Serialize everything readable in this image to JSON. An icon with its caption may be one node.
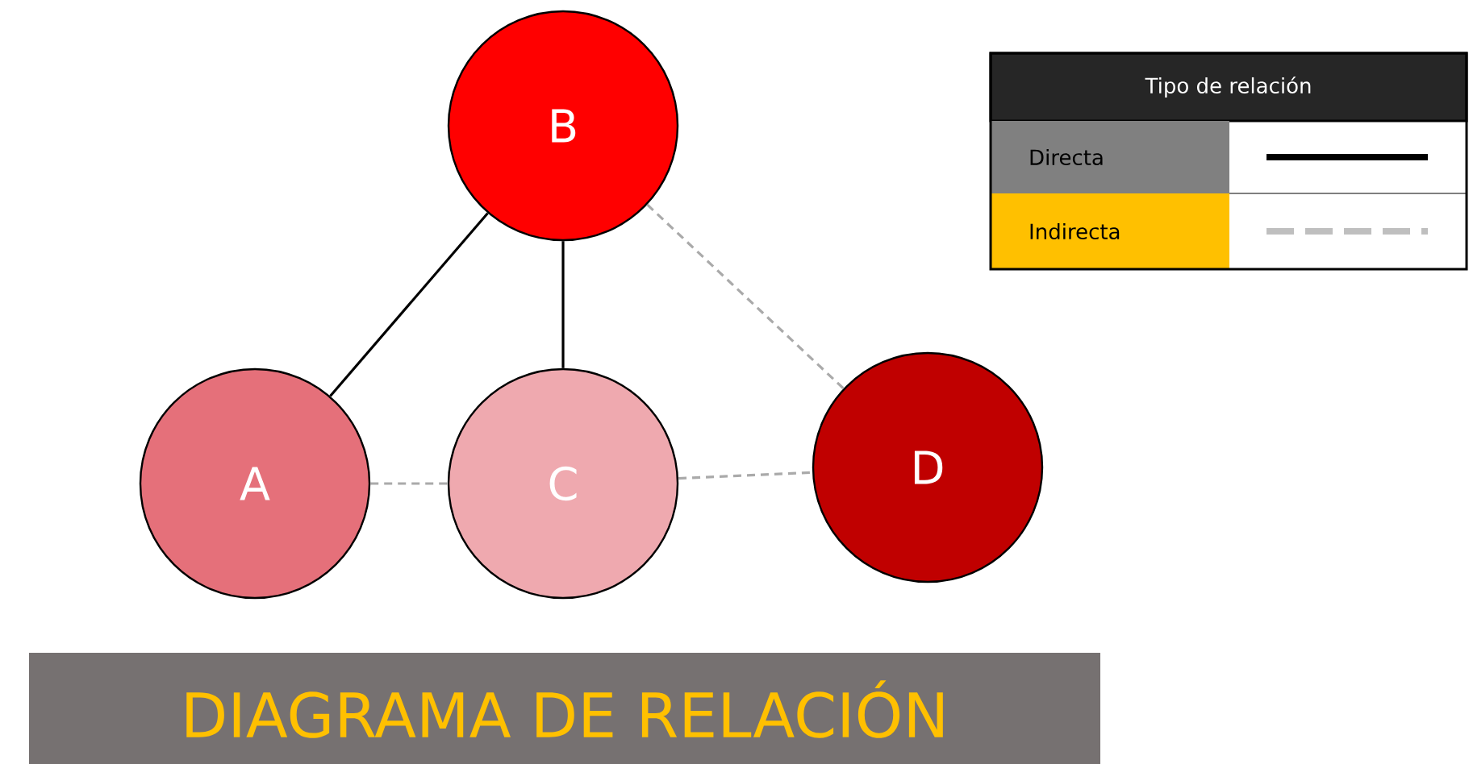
{
  "diagram": {
    "title": "DIAGRAMA DE RELACIÓN",
    "nodes": [
      {
        "text": [
          "B"
        ]
      },
      {
        "text": [
          "A"
        ]
      },
      {
        "text": [
          "C"
        ]
      },
      {
        "text": [
          "D"
        ]
      }
    ],
    "edges": [
      {
        "from": 0,
        "to": 1,
        "arrow": "none",
        "color": "#000000"
      },
      {
        "from": 0,
        "to": 2,
        "arrow": "none",
        "color": "#000000"
      },
      {
        "from": 0,
        "to": 3,
        "arrow": "none",
        "style": "dashed",
        "color": "#aaaaaa"
      },
      {
        "from": 1,
        "to": 2,
        "arrow": "none",
        "style": "dashed",
        "color": "#aaaaaa"
      },
      {
        "from": 2,
        "to": 3,
        "arrow": "none",
        "style": "dashed",
        "color": "#aaaaaa"
      }
    ],
    "labels": [
      "Tipo de relación"
    ],
    "legend": [
      {
        "text": "Directa"
      },
      {
        "text": "Indirecta"
      }
    ]
  }
}
